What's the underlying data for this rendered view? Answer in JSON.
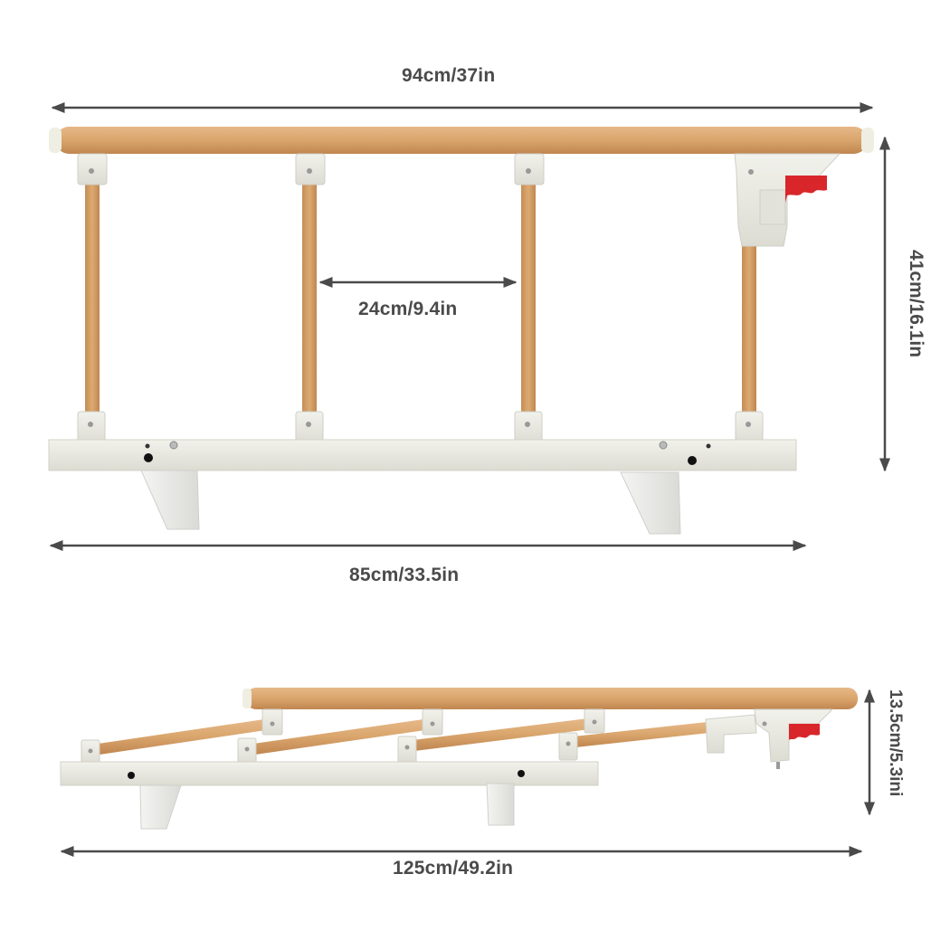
{
  "diagram": {
    "subject": "Foldable bed safety rail",
    "colors": {
      "wood": "#d9a56c",
      "wood_dark": "#c48e55",
      "metal": "#e8e8e0",
      "metal_shadow": "#cfcfc6",
      "latch_handle": "#d9262a",
      "dimension_line": "#4a4a4a",
      "background": "#ffffff"
    },
    "upright_view": {
      "dimensions": {
        "top_width": "94cm/37in",
        "post_spacing": "24cm/9.4in",
        "height": "41cm/16.1in",
        "base_width": "85cm/33.5in"
      },
      "posts": 4,
      "feet": 2,
      "has_red_release_latch": true
    },
    "folded_view": {
      "dimensions": {
        "folded_height": "13.5cm/5.3ini",
        "extended_length": "125cm/49.2in"
      },
      "posts": 4,
      "feet": 2,
      "has_red_release_latch": true
    }
  }
}
